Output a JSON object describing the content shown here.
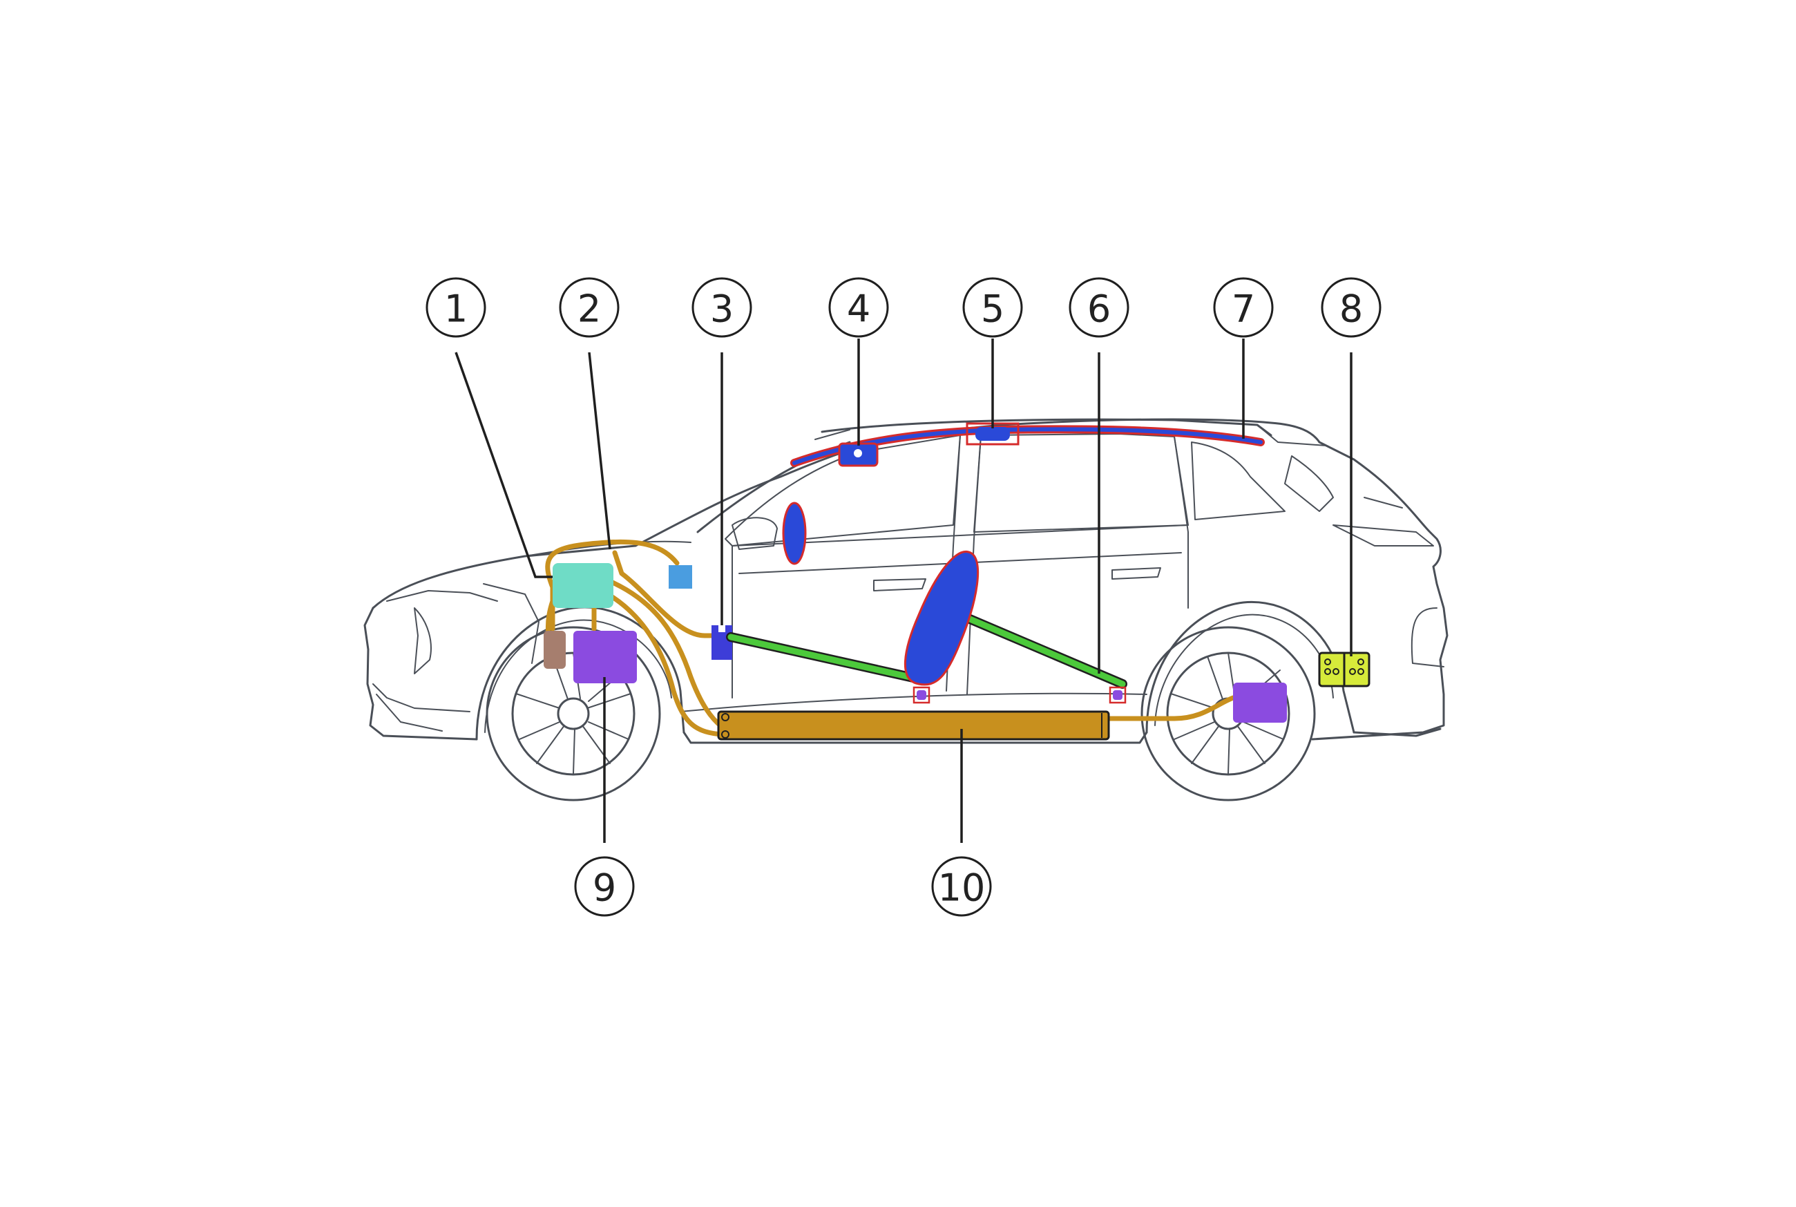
{
  "callouts": [
    {
      "id": 1,
      "label": "1"
    },
    {
      "id": 2,
      "label": "2"
    },
    {
      "id": 3,
      "label": "3"
    },
    {
      "id": 4,
      "label": "4"
    },
    {
      "id": 5,
      "label": "5"
    },
    {
      "id": 6,
      "label": "6"
    },
    {
      "id": 7,
      "label": "7"
    },
    {
      "id": 8,
      "label": "8"
    },
    {
      "id": 9,
      "label": "9"
    },
    {
      "id": 10,
      "label": "10"
    }
  ],
  "colors": {
    "background": "#ffffff",
    "car_outline": "#4a4f57",
    "wiring": "#c8901e",
    "control_unit": "#6fdcc6",
    "front_sensor": "#4a9de0",
    "pillar_module": "#3d3dd8",
    "airbag_blue": "#2a49d8",
    "airbag_border": "#d52b2b",
    "seatbelt": "#4cc93b",
    "power_unit": "#8b4be0",
    "side_module": "#a67e6e",
    "battery": "#c8901e",
    "rear_box": "#d7ea3a",
    "leader_line": "#1f1f1f"
  }
}
